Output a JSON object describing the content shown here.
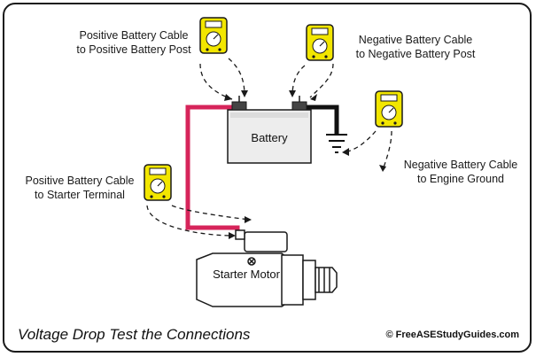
{
  "labels": {
    "positive_post": "Positive Battery Cable\nto Positive Battery Post",
    "positive_post_line1": "Positive Battery Cable",
    "positive_post_line2": "to Positive Battery Post",
    "negative_post_line1": "Negative Battery Cable",
    "negative_post_line2": "to Negative Battery Post",
    "negative_ground_line1": "Negative Battery Cable",
    "negative_ground_line2": "to Engine Ground",
    "positive_starter_line1": "Positive Battery Cable",
    "positive_starter_line2": "to Starter Terminal"
  },
  "components": {
    "battery": "Battery",
    "starter": "Starter Motor"
  },
  "caption": "Voltage Drop Test the Connections",
  "copyright": "© FreeASEStudyGuides.com",
  "colors": {
    "positive_cable": "#d6245a",
    "negative_cable": "#111111",
    "meter_body": "#f2e600",
    "outline": "#1a1a1a",
    "battery_fill": "#eeeeee"
  }
}
